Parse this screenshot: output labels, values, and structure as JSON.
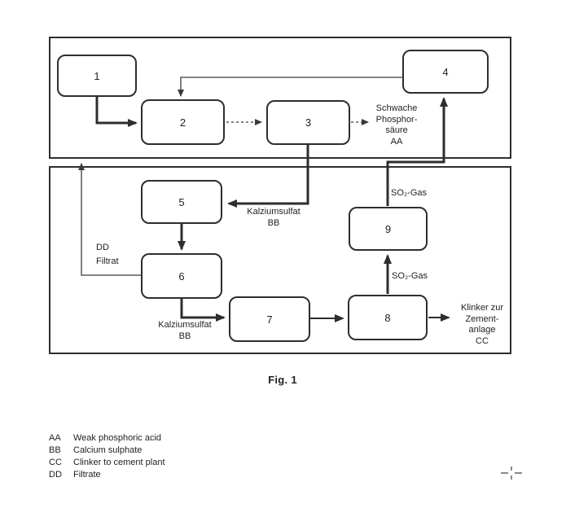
{
  "boxes": {
    "b1": "1",
    "b2": "2",
    "b3": "3",
    "b4": "4",
    "b5": "5",
    "b6": "6",
    "b7": "7",
    "b8": "8",
    "b9": "9"
  },
  "labels": {
    "weak_acid": "Schwache\nPhosphor-\nsäure\nAA",
    "calcium_sulphate_top": "Kalziumsulfat\nBB",
    "so2_gas_top": "SO₂-Gas",
    "so2_gas_mid": "SO₂-Gas",
    "filtrate": "DD\nFiltrat",
    "calcium_sulphate_bottom": "Kalziumsulfat\nBB",
    "clinker": "Klinker zur\nZement-\nanlage\nCC",
    "caption": "Fig. 1"
  },
  "legend": [
    {
      "code": "AA",
      "text": "Weak phosphoric acid"
    },
    {
      "code": "BB",
      "text": "Calcium sulphate"
    },
    {
      "code": "CC",
      "text": "Clinker to cement plant"
    },
    {
      "code": "DD",
      "text": "Filtrate"
    }
  ]
}
